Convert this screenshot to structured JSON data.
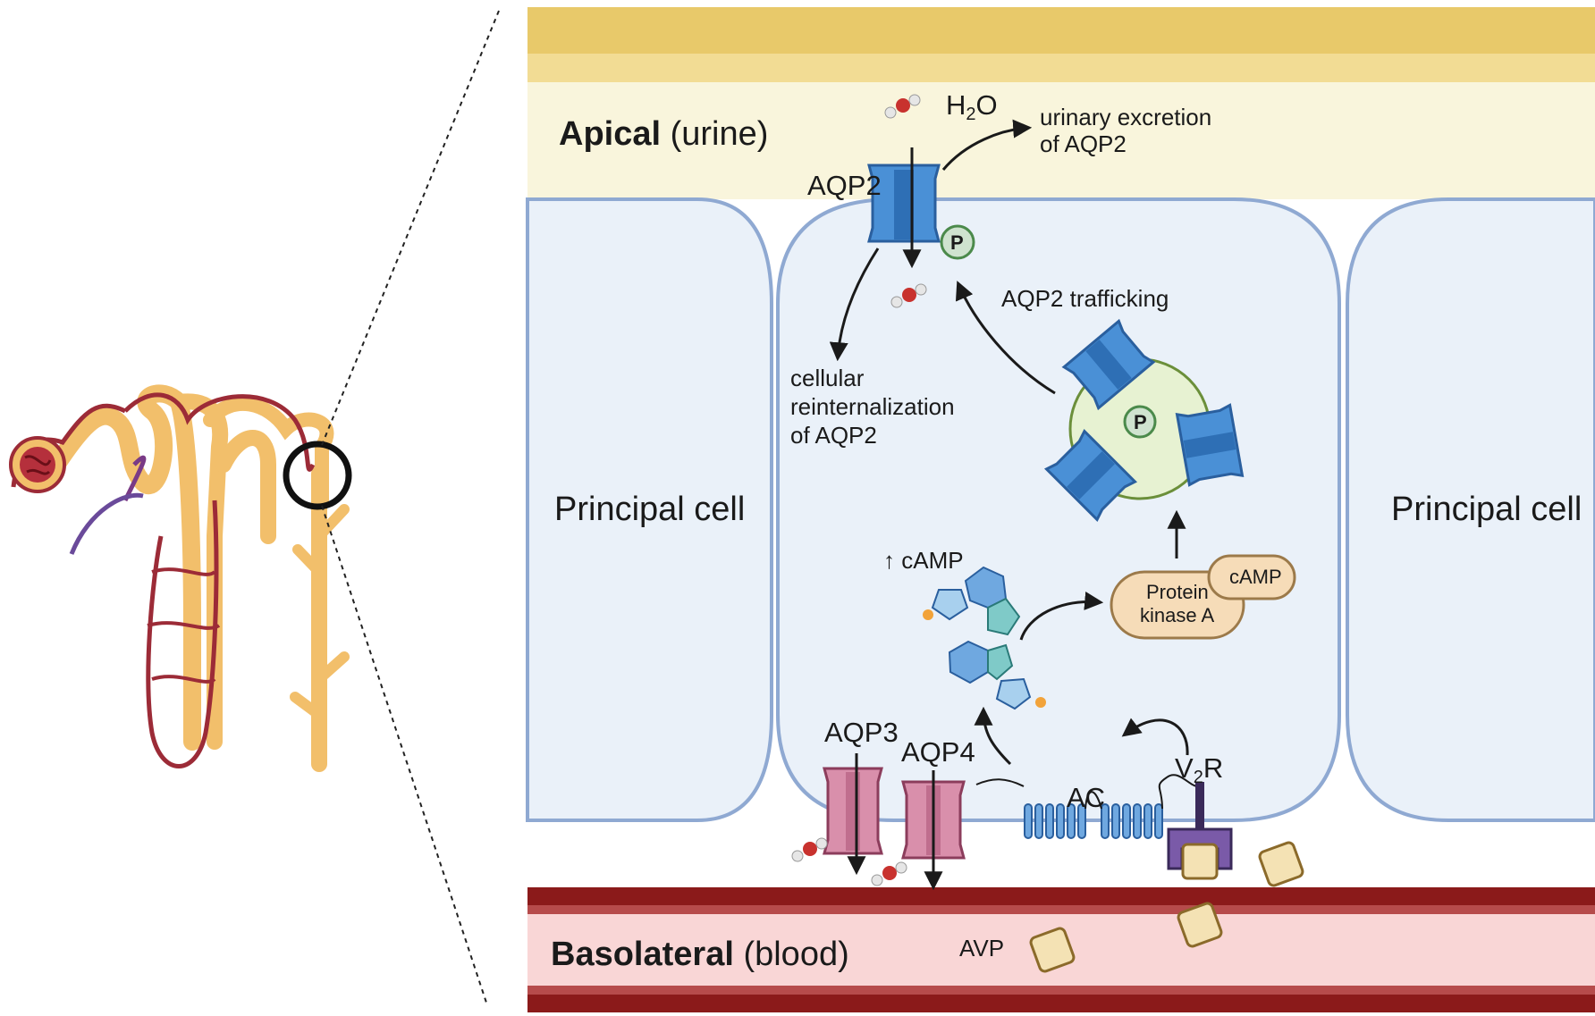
{
  "labels": {
    "apical_bold": "Apical",
    "apical_rest": " (urine)",
    "basolateral_bold": "Basolateral",
    "basolateral_rest": " (blood)",
    "principal_cell_left": "Principal cell",
    "principal_cell_right": "Principal cell",
    "aqp2": "AQP2",
    "h2o_h": "H",
    "h2o_sub": "2",
    "h2o_o": "O",
    "urinary_excretion_1": "urinary excretion",
    "urinary_excretion_2": "of AQP2",
    "reinternalization_1": "cellular",
    "reinternalization_2": "reinternalization",
    "reinternalization_3": "of AQP2",
    "aqp2_trafficking": "AQP2 trafficking",
    "camp_up": "↑ cAMP",
    "pka_1": "Protein",
    "pka_2": "kinase A",
    "pka_camp": "cAMP",
    "aqp3": "AQP3",
    "aqp4": "AQP4",
    "ac": "AC",
    "v2r_v": "V",
    "v2r_sub": "2",
    "v2r_r": "R",
    "avp": "AVP",
    "phospho": "P"
  },
  "colors": {
    "urine_band": "#e8c96a",
    "urine_light": "#f9f5dc",
    "cell_fill": "#eaf1f9",
    "cell_stroke": "#8fa9d2",
    "blood_dark": "#8b1a1a",
    "blood_light": "#f9d6d6",
    "aqp2_blue": "#4a90d6",
    "aqp34_pink": "#d98fab",
    "tubule": "#f2bf6b",
    "vessel": "#9c2b37",
    "avp_fill": "#f4e2b4",
    "pka_fill": "#f6dcb8"
  }
}
